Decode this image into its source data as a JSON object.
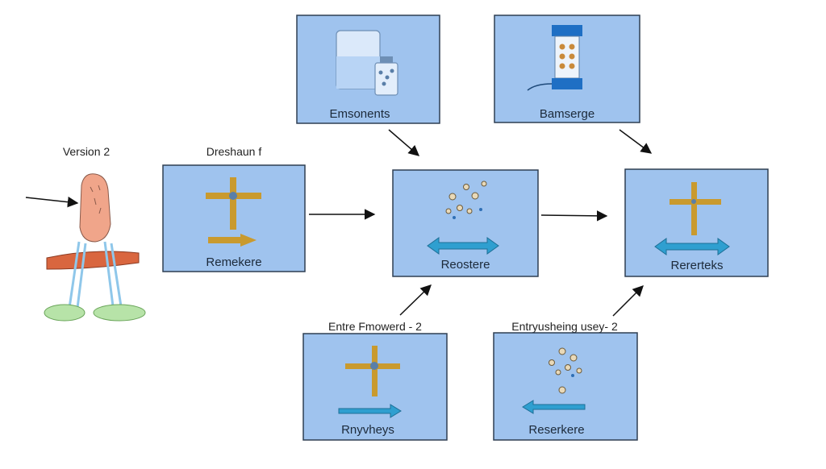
{
  "figure": {
    "person_label": "Version 2",
    "boxes": {
      "top_left_label": "Emsonents",
      "top_right_label": "Bamserge",
      "left_heading": "Dreshaun f",
      "left_label": "Remekere",
      "center_label": "Reostere",
      "right_label": "Rererteks",
      "bottom_left_heading": "Entre Fmowerd - 2",
      "bottom_left_label": "Rnyvheys",
      "bottom_right_heading": "Entryusheing usey- 2",
      "bottom_right_label": "Reserkere"
    }
  },
  "colors": {
    "box_fill": "#9fc3ee",
    "box_stroke": "#2f3f52",
    "cross_fill": "#c99a2e",
    "arrow_fill": "#2f9fd0",
    "skin": "#f0a58a",
    "leaf": "#b7e3a8"
  }
}
